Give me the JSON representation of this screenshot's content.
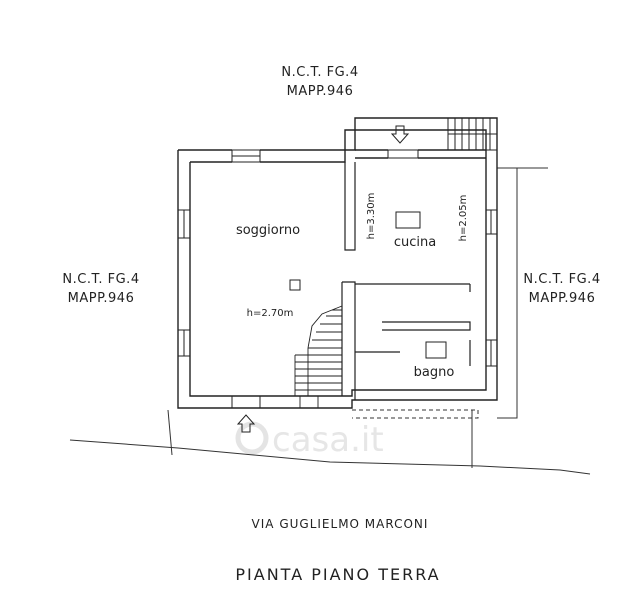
{
  "parcels": {
    "top": {
      "line1": "N.C.T. FG.4",
      "line2": "MAPP.946"
    },
    "left": {
      "line1": "N.C.T. FG.4",
      "line2": "MAPP.946"
    },
    "right": {
      "line1": "N.C.T. FG.4",
      "line2": "MAPP.946"
    }
  },
  "rooms": {
    "soggiorno": "soggiorno",
    "cucina": "cucina",
    "bagno": "bagno"
  },
  "heights": {
    "soggiorno": "h=2.70m",
    "left_cucina": "h=3.30m",
    "right_cucina": "h=2.05m"
  },
  "street": "VIA GUGLIELMO MARCONI",
  "title": "PIANTA PIANO TERRA",
  "watermark": "casa.it"
}
